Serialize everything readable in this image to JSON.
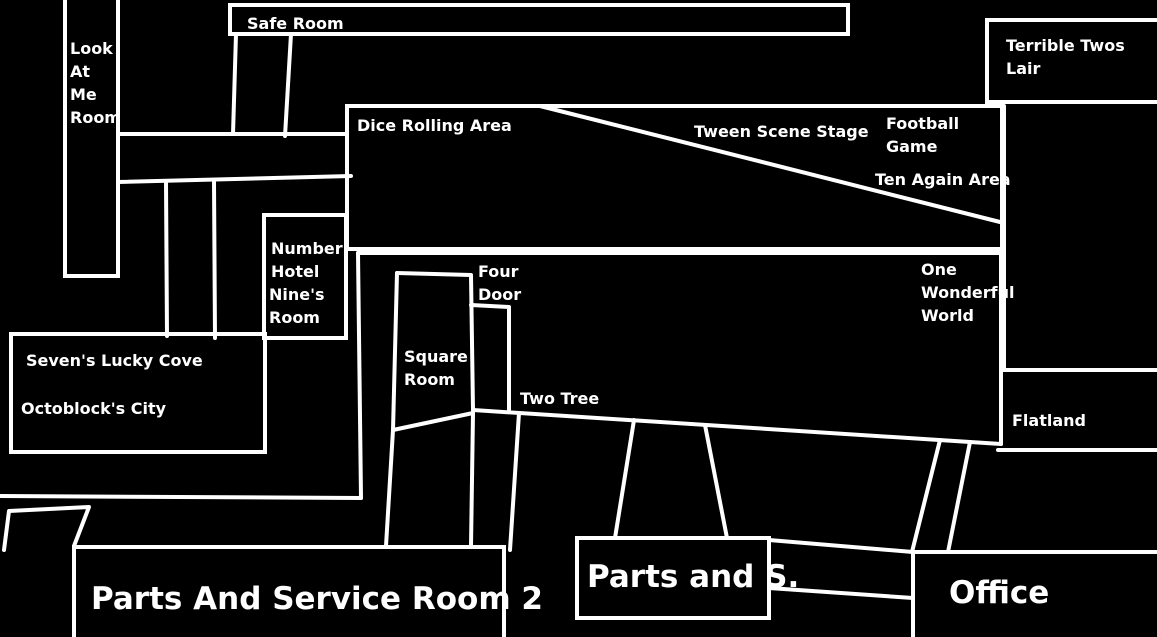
{
  "map": {
    "colors": {
      "background": "#000000",
      "walls": "#ffffff",
      "text": "#ffffff"
    },
    "rooms": {
      "safe_room": "Safe Room",
      "look_at_me_room": "Look\nAt\nMe\nRoom",
      "dice_rolling_area": "Dice Rolling Area",
      "tween_scene_stage": "Tween Scene Stage",
      "football_game": "Football\nGame",
      "ten_again_area": "Ten Again Area",
      "terrible_twos_lair": "Terrible Twos\nLair",
      "number_hotel": "Number\nHotel",
      "nines_room": "Nine's\nRoom",
      "four_door": "Four\nDoor",
      "one_wonderful_world": "One\nWonderful\nWorld",
      "sevens_lucky_cove": "Seven's Lucky Cove",
      "octoblocks_city": "Octoblock's City",
      "square_room": "Square\nRoom",
      "two_tree": "Two Tree",
      "flatland": "Flatland",
      "parts_and_service_room_2": "Parts And Service Room 2",
      "parts_and_s": "Parts and S.",
      "office": "Office"
    }
  }
}
